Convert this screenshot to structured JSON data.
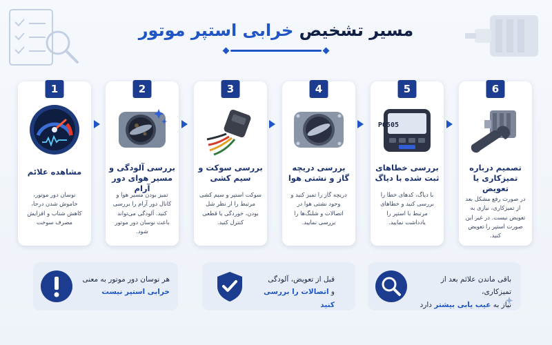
{
  "header": {
    "title_prefix": "مسیر تشخیص ",
    "title_accent": "خرابی استپر موتور"
  },
  "steps": [
    {
      "number": "1",
      "icon": "gauge-icon",
      "title": "مشاهده علائم",
      "desc": "نوسان دور موتور، خاموش شدن درجا، کاهش شتاب و افزایش مصرف سوخت"
    },
    {
      "number": "2",
      "icon": "throttle-body-dirty-icon",
      "title": "بررسی آلودگی و مسیر هوای دور آرام",
      "desc": "تمیز بودن مسیر هوا و کانال دور آرام را بررسی کنید. آلودگی می‌تواند باعث نوسان دور موتور شود."
    },
    {
      "number": "3",
      "icon": "connector-icon",
      "title": "بررسی سوکت و سیم کشی",
      "desc": "سوکت استپر و سیم کشی مرتبط را از نظر شل بودن، خوردگی یا قطعی کنترل کنید."
    },
    {
      "number": "4",
      "icon": "throttle-body-icon",
      "title": "بررسی دریچه گاز و نشتی هوا",
      "desc": "دریچه گاز را تمیز کنید و وجود نشتی هوا در اتصالات و شلنگ‌ها را بررسی نمایید."
    },
    {
      "number": "5",
      "icon": "diagnostic-scanner-icon",
      "title": "بررسی خطاهای ثبت شده با دیاگ",
      "desc": "با دیاگ، کدهای خطا را بررسی کنید و خطاهای مرتبط با استپر را یادداشت نمایید.",
      "scanner_code": "P0505"
    },
    {
      "number": "6",
      "icon": "stepper-motor-wrench-icon",
      "title": "تصمیم درباره تمیزکاری یا تعویض",
      "desc": "در صورت رفع مشکل بعد از تمیزکاری، نیازی به تعویض نیست. در غیر این صورت استپر را تعویض کنید."
    }
  ],
  "notes": [
    {
      "icon": "magnifier-icon",
      "line1": "باقی ماندن علائم بعد از تمیزکاری،",
      "line2_pre": "نیاز به ",
      "line2_hl": "عیب یابی بیشتر",
      "line2_post": " دارد"
    },
    {
      "icon": "shield-check-icon",
      "line1": "قبل از تعویض، آلودگی",
      "line2_pre": "و ",
      "line2_hl": "اتصالات را بررسی کنید",
      "line2_post": ""
    },
    {
      "icon": "exclamation-icon",
      "line1": "هر نوسان دور موتور به معنی",
      "line2_pre": "",
      "line2_hl": "خرابی استپر نیست",
      "line2_post": ""
    }
  ],
  "colors": {
    "navy": "#1c3d8f",
    "accent": "#1f55c4",
    "background": "#f0f4fa"
  }
}
